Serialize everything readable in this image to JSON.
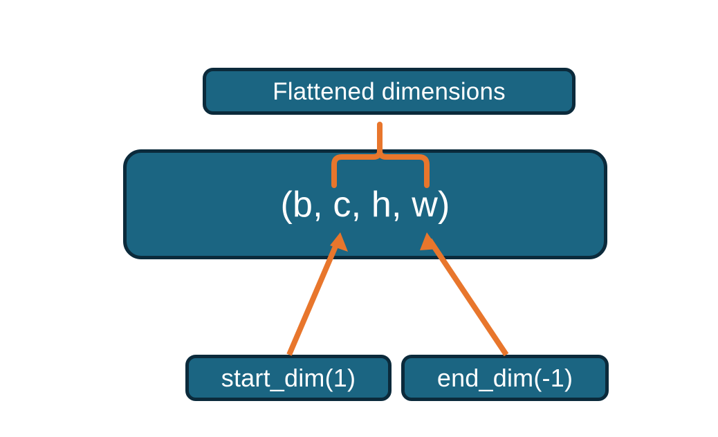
{
  "diagram": {
    "title_node": {
      "label": "Flattened dimensions"
    },
    "shape_node": {
      "label": "(b, c, h, w)"
    },
    "start_node": {
      "label": "start_dim(1)"
    },
    "end_node": {
      "label": "end_dim(-1)"
    },
    "colors": {
      "node_fill": "#1B6582",
      "node_border": "#0B2A3B",
      "node_text": "#FFFFFF",
      "connector": "#E8762C",
      "background": "#FFFFFF"
    },
    "connectors": [
      {
        "name": "brace-flattened",
        "kind": "curly-brace",
        "points_from": "(b, c, h, w) dims c..w",
        "points_to": "Flattened dimensions"
      },
      {
        "name": "arrow-start-dim",
        "kind": "arrow",
        "points_from": "start_dim(1)",
        "points_to": "c"
      },
      {
        "name": "arrow-end-dim",
        "kind": "arrow",
        "points_from": "end_dim(-1)",
        "points_to": "w"
      }
    ]
  }
}
